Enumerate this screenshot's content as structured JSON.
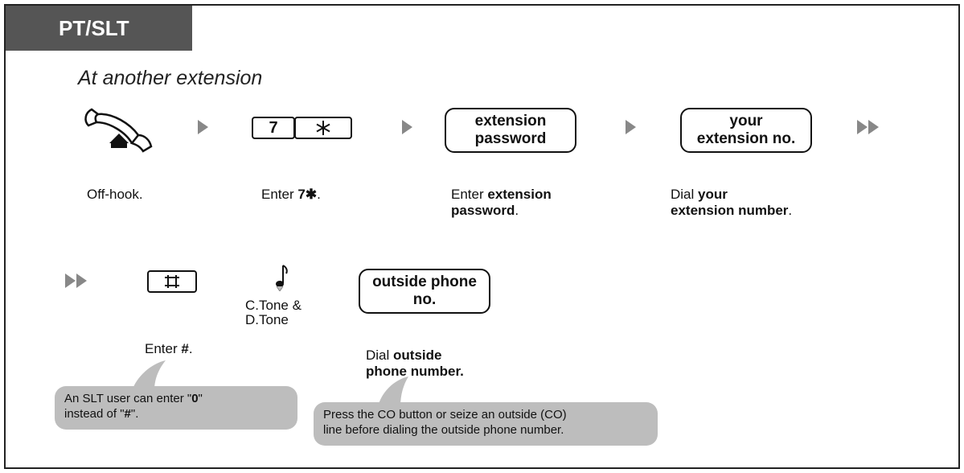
{
  "tab": {
    "label": "PT/SLT"
  },
  "heading": "At another extension",
  "row1": {
    "key_7": "7",
    "key_star": "*",
    "box_password": [
      "extension",
      "password"
    ],
    "box_ext": [
      "your",
      "extension no."
    ],
    "caption_offhook": "Off-hook.",
    "caption_enter_prefix": "Enter ",
    "caption_enter_code": "7✱",
    "caption_enter_suffix": ".",
    "caption_pw_prefix": "Enter ",
    "caption_pw_bold1": "extension",
    "caption_pw_bold2": "password",
    "caption_pw_suffix": ".",
    "caption_ext_prefix": "Dial ",
    "caption_ext_bold1": "your",
    "caption_ext_bold2": "extension number",
    "caption_ext_suffix": "."
  },
  "row2": {
    "tone_line1": "C.Tone &",
    "tone_line2": "D.Tone",
    "box_outside": [
      "outside phone",
      "no."
    ],
    "caption_hash_prefix": "Enter ",
    "caption_hash_bold": "#",
    "caption_hash_suffix": ".",
    "caption_outside_prefix": "Dial ",
    "caption_outside_bold1": "outside",
    "caption_outside_bold2": "phone number."
  },
  "bubbles": {
    "slt_part1": "An SLT user can enter \"",
    "slt_bold1": "0",
    "slt_part2": "\"",
    "slt_part3": "instead of \"",
    "slt_bold2": "#",
    "slt_part4": "\".",
    "co_line1": "Press the CO button or seize an outside (CO)",
    "co_line2": "line before dialing the outside phone number."
  }
}
